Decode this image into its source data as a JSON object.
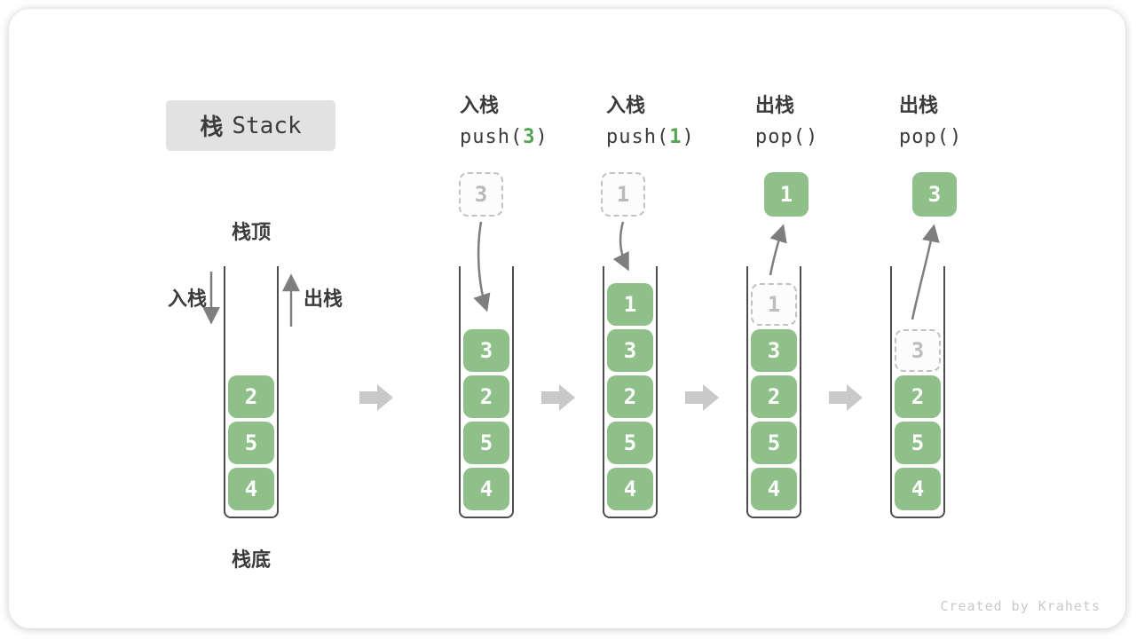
{
  "title": {
    "zh": "栈",
    "en": "Stack"
  },
  "legend": {
    "stack_top": "栈顶",
    "stack_bottom": "栈底",
    "push_side": "入栈",
    "pop_side": "出栈"
  },
  "operations": [
    {
      "label": "入栈",
      "code": {
        "pre": "push(",
        "arg": "3",
        "post": ")"
      },
      "box": {
        "value": "3",
        "style": "ghost"
      }
    },
    {
      "label": "入栈",
      "code": {
        "pre": "push(",
        "arg": "1",
        "post": ")"
      },
      "box": {
        "value": "1",
        "style": "ghost"
      }
    },
    {
      "label": "出栈",
      "code": {
        "pre": "pop(",
        "arg": "",
        "post": ")"
      },
      "box": {
        "value": "1",
        "style": "solid"
      }
    },
    {
      "label": "出栈",
      "code": {
        "pre": "pop(",
        "arg": "",
        "post": ")"
      },
      "box": {
        "value": "3",
        "style": "solid"
      }
    }
  ],
  "stacks": [
    {
      "blocks": [
        "2",
        "5",
        "4"
      ]
    },
    {
      "blocks": [
        "3",
        "2",
        "5",
        "4"
      ]
    },
    {
      "blocks": [
        "1",
        "3",
        "2",
        "5",
        "4"
      ]
    },
    {
      "ghost": "1",
      "blocks": [
        "3",
        "2",
        "5",
        "4"
      ]
    },
    {
      "ghost": "3",
      "blocks": [
        "2",
        "5",
        "4"
      ]
    }
  ],
  "watermark": "Created by Krahets",
  "colors": {
    "block_green": "#8fc08a",
    "code_arg_green": "#52a352",
    "title_badge_bg": "#e2e2e2",
    "ghost_border": "#c2c2c2",
    "ghost_text": "#bdbdbd",
    "text_dark": "#3b3b3b",
    "thin_arrow": "#7e7e7e",
    "step_arrow": "#c9c9c9",
    "stack_outline": "#4d4d4d"
  }
}
